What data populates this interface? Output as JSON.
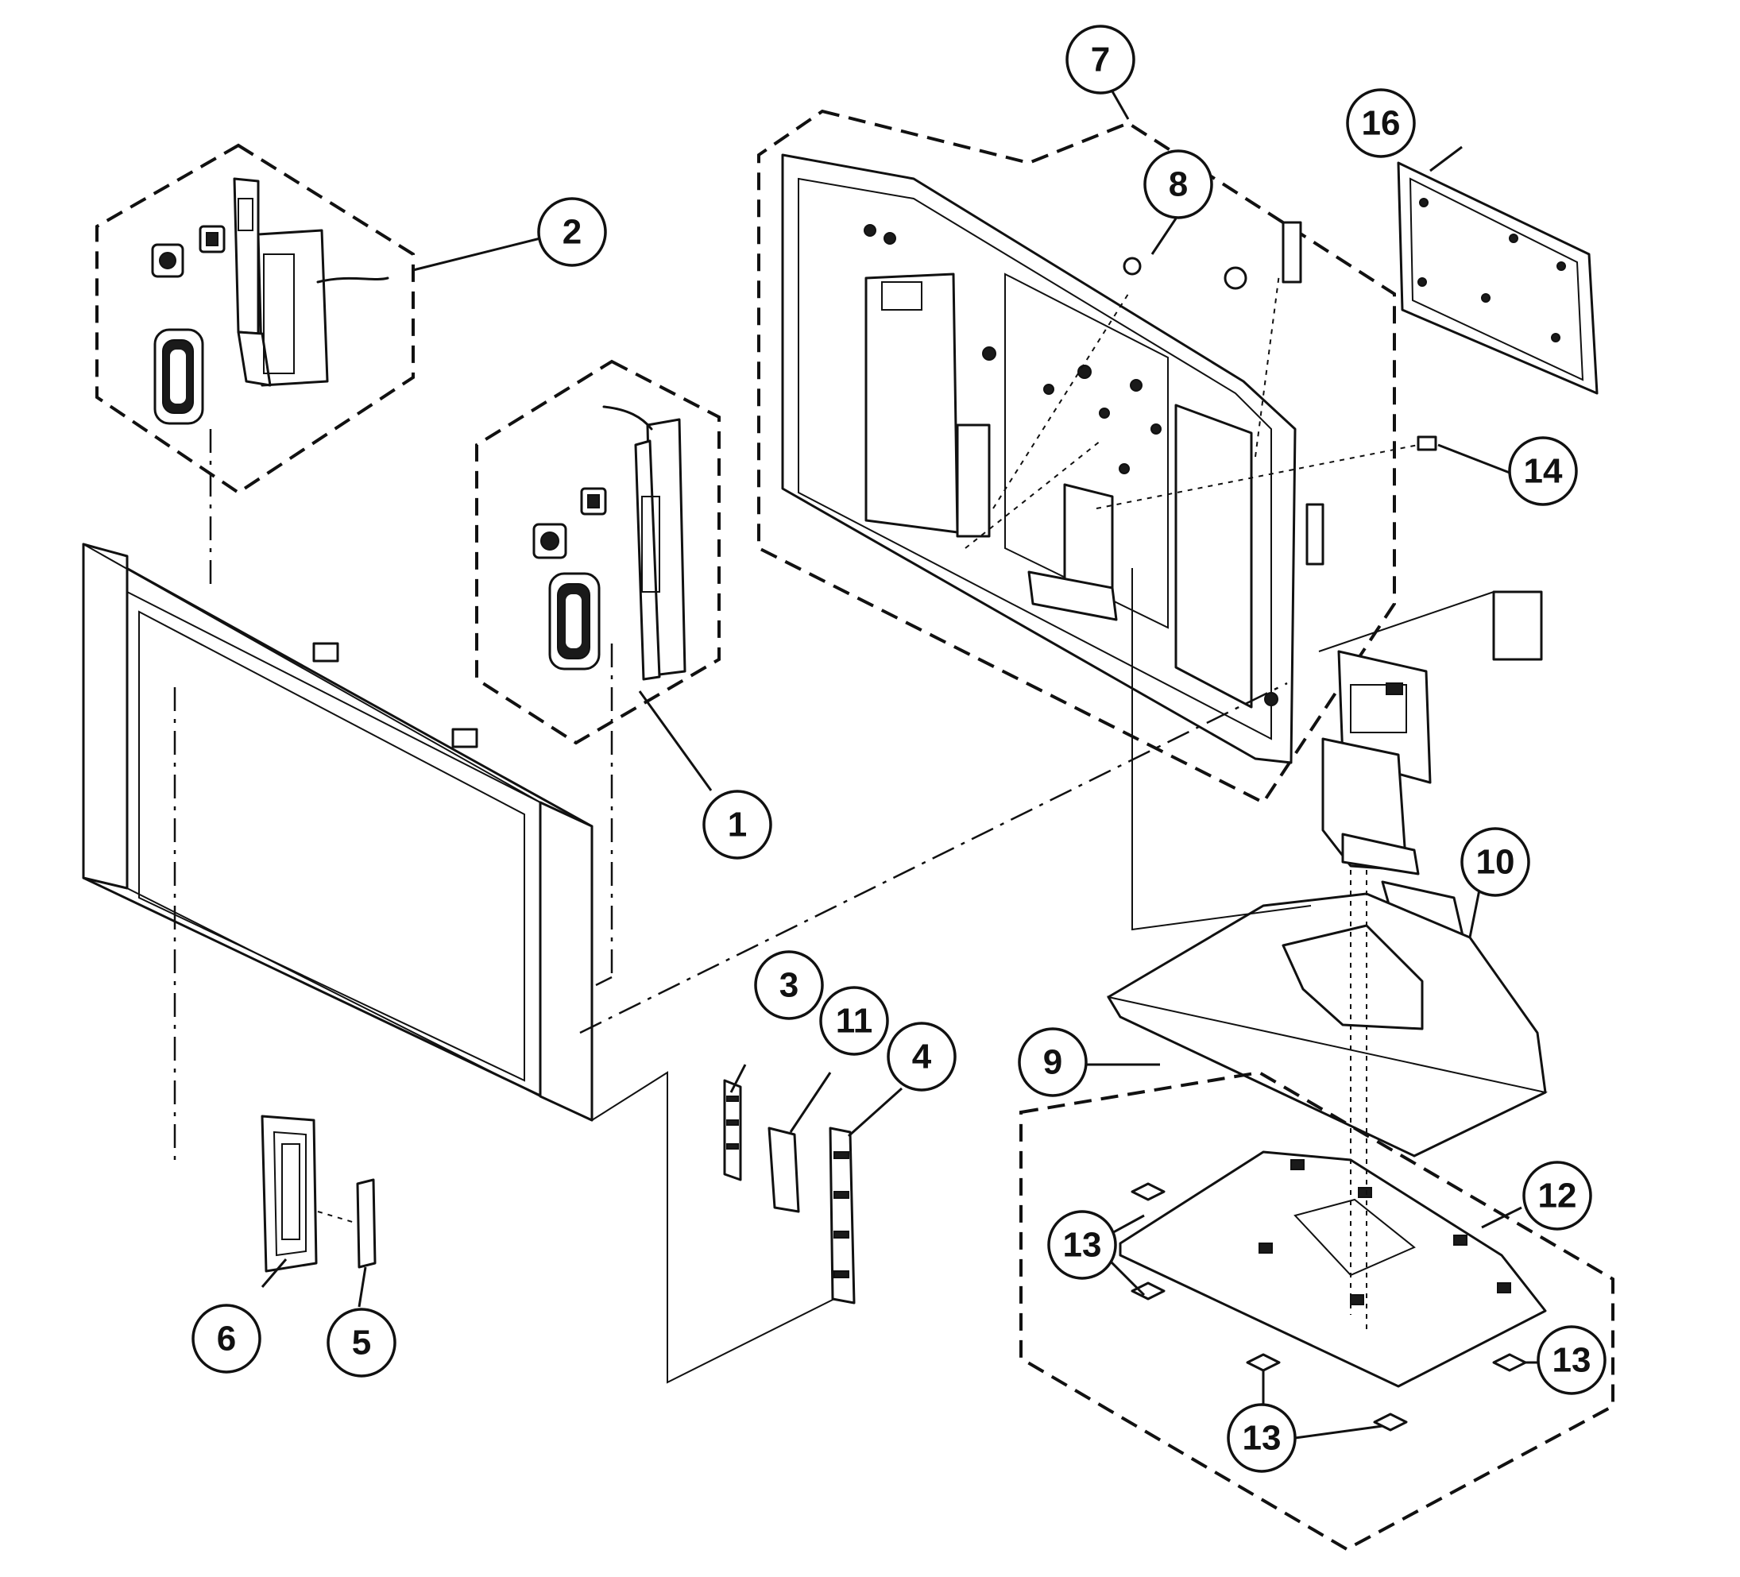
{
  "callouts": [
    {
      "id": "c1",
      "label": "1"
    },
    {
      "id": "c2",
      "label": "2"
    },
    {
      "id": "c3",
      "label": "3"
    },
    {
      "id": "c4",
      "label": "4"
    },
    {
      "id": "c5",
      "label": "5"
    },
    {
      "id": "c6",
      "label": "6"
    },
    {
      "id": "c7",
      "label": "7"
    },
    {
      "id": "c8",
      "label": "8"
    },
    {
      "id": "c9",
      "label": "9"
    },
    {
      "id": "c10",
      "label": "10"
    },
    {
      "id": "c11",
      "label": "11"
    },
    {
      "id": "c12",
      "label": "12"
    },
    {
      "id": "c13a",
      "label": "13"
    },
    {
      "id": "c13b",
      "label": "13"
    },
    {
      "id": "c13c",
      "label": "13"
    },
    {
      "id": "c14",
      "label": "14"
    },
    {
      "id": "c16",
      "label": "16"
    }
  ]
}
